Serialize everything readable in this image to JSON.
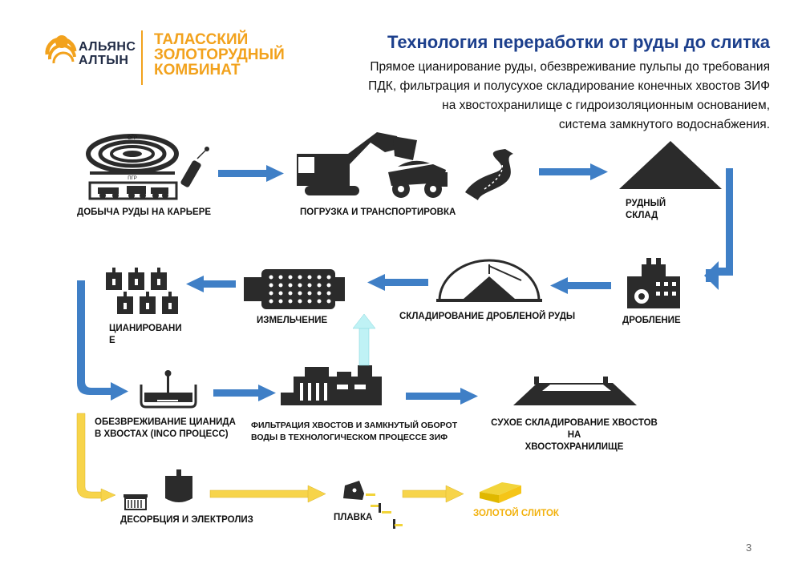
{
  "logo": {
    "company_line1": "АЛЬЯНС",
    "company_line2": "АЛТЫН",
    "plant_line1": "ТАЛАССКИЙ",
    "plant_line2": "ЗОЛОТОРУДНЫЙ",
    "plant_line3": "КОМБИНАТ"
  },
  "header": {
    "title": "Технология переработки от руды до слитка",
    "subtitle_lines": [
      "Прямое цианирование руды, обезвреживание пульпы до требования",
      "ПДК, фильтрация и полусухое складирование конечных хвостов ЗИФ",
      "на хвостохранилище с гидроизоляционным основанием,",
      "система замкнутого водоснабжения."
    ]
  },
  "diagram": {
    "pit_labels": {
      "top": "ОГР",
      "bottom": "ПГР"
    },
    "steps": {
      "mining": "ДОБЫЧА РУДЫ  НА КАРЬЕРЕ",
      "loading": "ПОГРУЗКА И ТРАНСПОРТИРОВКА",
      "ore_stock_1": "РУДНЫЙ",
      "ore_stock_2": "СКЛАД",
      "crushing": "ДРОБЛЕНИЕ",
      "crushed_storage": "СКЛАДИРОВАНИЕ ДРОБЛЕНОЙ РУДЫ",
      "grinding": "ИЗМЕЛЬЧЕНИЕ",
      "cyanidation_1": "ЦИАНИРОВАНИ",
      "cyanidation_2": "Е",
      "detox_1": "ОБЕЗВРЕЖИВАНИЕ ЦИАНИДА",
      "detox_2": "В ХВОСТАХ (INCO ПРОЦЕСС)",
      "filtration_1": "ФИЛЬТРАЦИЯ  ХВОСТОВ  И ЗАМКНУТЫЙ ОБОРОТ",
      "filtration_2": "ВОДЫ В ТЕХНОЛОГИЧЕСКОМ ПРОЦЕССЕ ЗИФ",
      "dry_stack_1": "СУХОЕ СКЛАДИРОВАНИЕ ХВОСТОВ  НА",
      "dry_stack_2": "ХВОСТОХРАНИЛИЩЕ",
      "desorption": "ДЕСОРБЦИЯ И ЭЛЕКТРОЛИЗ",
      "smelting": "ПЛАВКА",
      "gold_bar": "ЗОЛОТОЙ СЛИТОК"
    },
    "colors": {
      "arrow_blue": "#3f7fc6",
      "arrow_yellow": "#f7d44a",
      "arrow_cyan": "#bff2f5",
      "icon_dark": "#2b2b2b",
      "gold": "#f2b10c",
      "logo_orange": "#f2a21d",
      "title_blue": "#1c3f8c"
    }
  },
  "page_number": "3"
}
